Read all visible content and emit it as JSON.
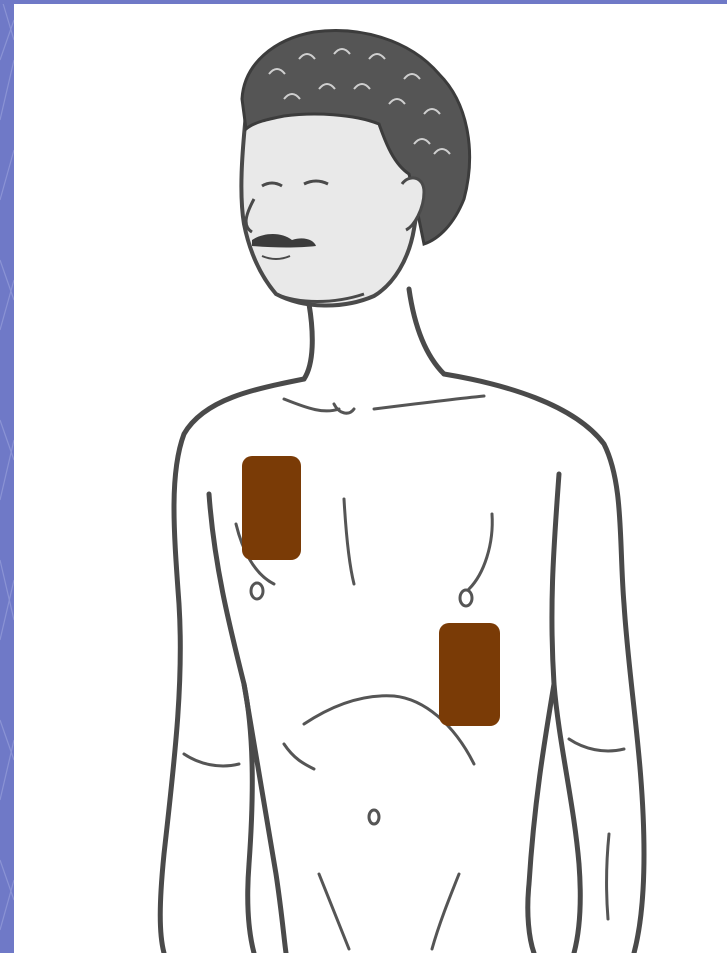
{
  "slide": {
    "background_color": "#6f79c7",
    "pattern_color": "#8e96d6",
    "panel_color": "#ffffff"
  },
  "illustration": {
    "subject": "male-torso-line-drawing",
    "line_color": "#4a4a4a",
    "skin_shade_color": "#e9e9e9",
    "hair_color": "#555555"
  },
  "electrode_pads": {
    "color": "#7a3b06",
    "items": [
      {
        "position": "upper-right-chest-below-clavicle"
      },
      {
        "position": "lower-left-chest-apex"
      }
    ]
  }
}
